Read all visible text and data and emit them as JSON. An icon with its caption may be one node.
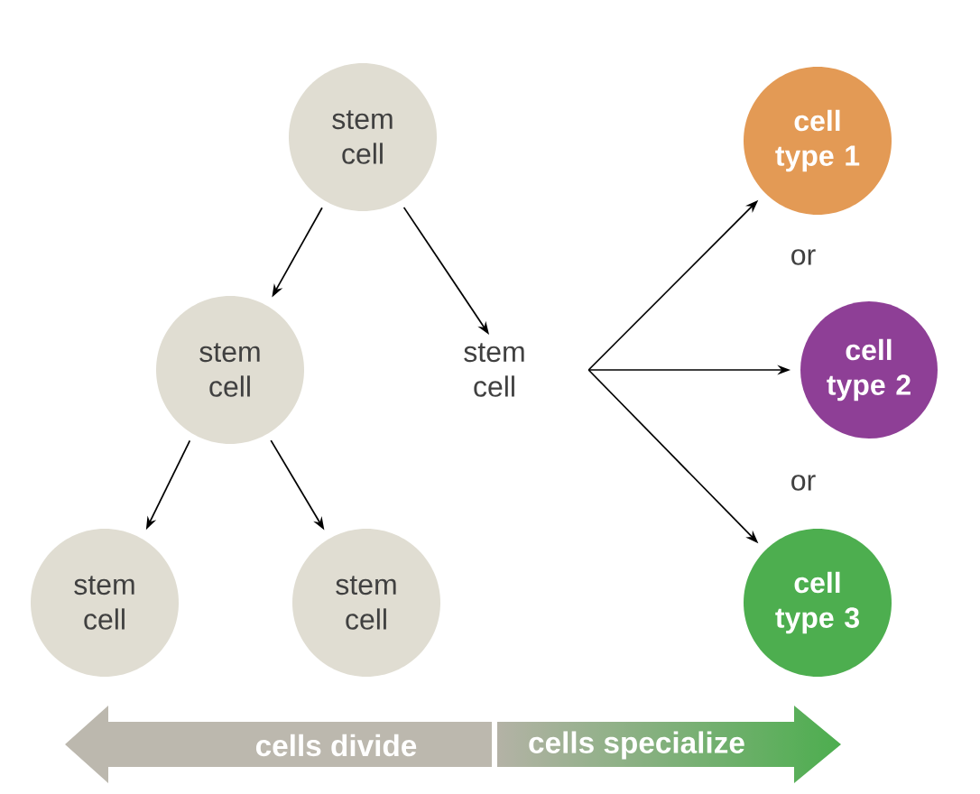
{
  "diagram": {
    "nodes": [
      {
        "text": [
          "stem cell"
        ]
      },
      {
        "text": [
          "stem cell"
        ]
      },
      {
        "text": [
          "stem cell"
        ]
      },
      {
        "text": [
          "stem cell"
        ]
      },
      {
        "text": [
          "stem cell"
        ]
      },
      {
        "text": [
          "cell type 1"
        ]
      },
      {
        "text": [
          "cell type 2"
        ]
      },
      {
        "text": [
          "cell type 3"
        ]
      },
      {
        "text": [
          "cells divide"
        ]
      },
      {
        "text": [
          "cells specialize"
        ]
      }
    ],
    "edges": [
      {
        "from": 0,
        "to": 1,
        "arrow": "to"
      },
      {
        "from": 0,
        "to": 2,
        "arrow": "to"
      },
      {
        "from": 1,
        "to": 3,
        "arrow": "to"
      },
      {
        "from": 1,
        "to": 4,
        "arrow": "to"
      },
      {
        "from": 2,
        "to": 5,
        "arrow": "to"
      },
      {
        "from": 2,
        "to": 6,
        "arrow": "to"
      },
      {
        "from": 2,
        "to": 7,
        "arrow": "to"
      }
    ],
    "labels": [
      "or",
      "or"
    ]
  }
}
